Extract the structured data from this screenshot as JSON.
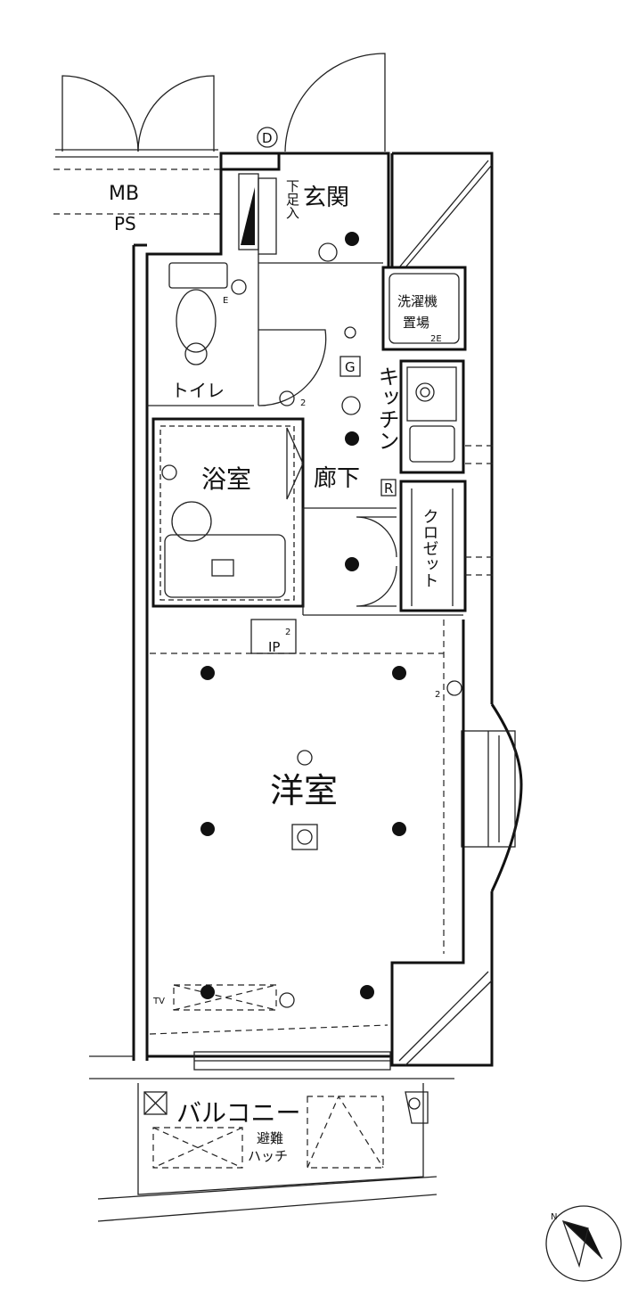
{
  "rooms": {
    "genkan": "玄関",
    "toilet": "トイレ",
    "bath": "浴室",
    "hallway": "廊下",
    "kitchen": "キッチン",
    "laundry_line1": "洗濯機",
    "laundry_line2": "置場",
    "closet": "クロゼット",
    "western_room": "洋室",
    "balcony": "バルコニー",
    "escape_hatch_line1": "避難",
    "escape_hatch_line2": "ハッチ",
    "shoe_cabinet": "下足入"
  },
  "markers": {
    "door": "D",
    "mb": "MB",
    "ps": "PS",
    "gas": "G",
    "refrigerator": "R",
    "intercom": "IP",
    "tv": "TV",
    "outlet_e": "E",
    "outlet_2e": "2E",
    "outlet_2_a": "2",
    "outlet_2_b": "2",
    "outlet_2_c": "2"
  },
  "compass": {
    "north_label": "N"
  }
}
